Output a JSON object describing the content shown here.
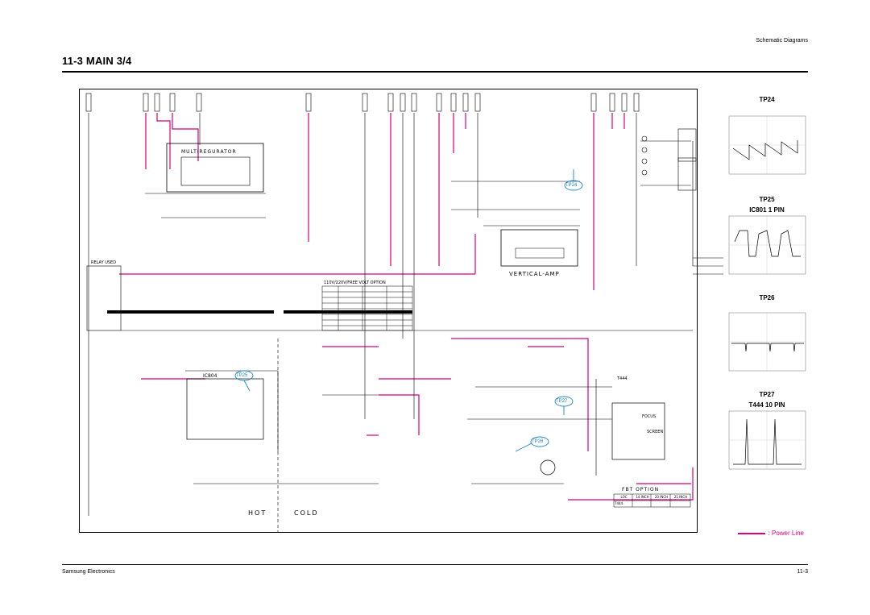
{
  "header": {
    "category": "Schematic Diagrams"
  },
  "page_title": "11-3 MAIN 3/4",
  "footer": {
    "company": "Samsung Electronics",
    "page_number": "11-3"
  },
  "legend": {
    "label": ": Power Line",
    "color": "#e0007a"
  },
  "colors": {
    "power_line": "#d4007a",
    "test_point": "#1a86c8",
    "wire": "#000000"
  },
  "schematic": {
    "block_multiregulator": "MULTIREGURATOR",
    "block_vertical_amp": "VERTICAL-AMP",
    "relay_used": "RELAY USED",
    "volt_option_table": "110V/220V/FREE VOLT OPTION",
    "fbt_option_title": "FBT OPTION",
    "hot_label": "HOT",
    "cold_label": "COLD",
    "focus_label": "FOCUS",
    "screen_label": "SCREEN",
    "ic804": "IC804",
    "fbt_ref": "T444",
    "fbt_table_headers": [
      "LOC",
      "14 INCH",
      "20 INCH",
      "21 INCH"
    ],
    "test_points": [
      "TP24",
      "TP25",
      "TP26",
      "TP27"
    ]
  },
  "panels": [
    {
      "title": "TP24",
      "subtitle": ""
    },
    {
      "title": "TP25",
      "subtitle": "IC801 1 PIN"
    },
    {
      "title": "TP26",
      "subtitle": ""
    },
    {
      "title": "TP27",
      "subtitle": "T444 10 PIN"
    }
  ]
}
